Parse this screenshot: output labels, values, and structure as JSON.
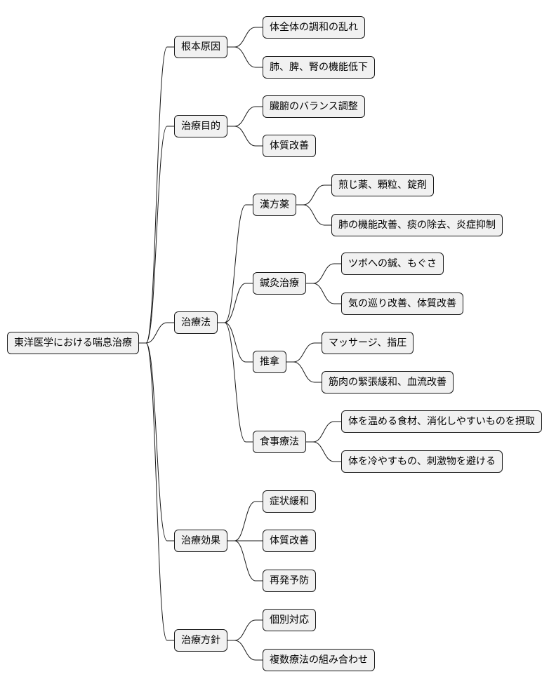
{
  "root": {
    "label": "東洋医学における喘息治療"
  },
  "branches": [
    {
      "label": "根本原因",
      "children": [
        {
          "label": "体全体の調和の乱れ"
        },
        {
          "label": "肺、脾、腎の機能低下"
        }
      ]
    },
    {
      "label": "治療目的",
      "children": [
        {
          "label": "臓腑のバランス調整"
        },
        {
          "label": "体質改善"
        }
      ]
    },
    {
      "label": "治療法",
      "children": [
        {
          "label": "漢方薬",
          "children": [
            {
              "label": "煎じ薬、顆粒、錠剤"
            },
            {
              "label": "肺の機能改善、痰の除去、炎症抑制"
            }
          ]
        },
        {
          "label": "鍼灸治療",
          "children": [
            {
              "label": "ツボへの鍼、もぐさ"
            },
            {
              "label": "気の巡り改善、体質改善"
            }
          ]
        },
        {
          "label": "推拿",
          "children": [
            {
              "label": "マッサージ、指圧"
            },
            {
              "label": "筋肉の緊張緩和、血流改善"
            }
          ]
        },
        {
          "label": "食事療法",
          "children": [
            {
              "label": "体を温める食材、消化しやすいものを摂取"
            },
            {
              "label": "体を冷やすもの、刺激物を避ける"
            }
          ]
        }
      ]
    },
    {
      "label": "治療効果",
      "children": [
        {
          "label": "症状緩和"
        },
        {
          "label": "体質改善"
        },
        {
          "label": "再発予防"
        }
      ]
    },
    {
      "label": "治療方針",
      "children": [
        {
          "label": "個別対応"
        },
        {
          "label": "複数療法の組み合わせ"
        }
      ]
    }
  ]
}
